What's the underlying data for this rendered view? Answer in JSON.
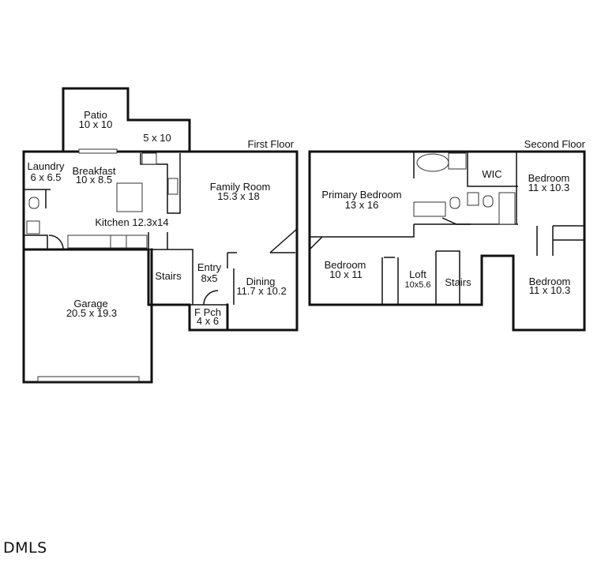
{
  "floors": {
    "first": "First Floor",
    "second": "Second Floor"
  },
  "rooms": {
    "patio_name": "Patio",
    "patio_size": "10 x 10",
    "patio2_size": "5 x 10",
    "laundry_name": "Laundry",
    "laundry_size": "6 x 6.5",
    "breakfast_name": "Breakfast",
    "breakfast_size": "10 x 8.5",
    "kitchen": "Kitchen 12.3x14",
    "family_name": "Family Room",
    "family_size": "15.3 x 18",
    "stairs1": "Stairs",
    "entry_name": "Entry",
    "entry_size": "8x5",
    "dining_name": "Dining",
    "dining_size": "11.7 x 10.2",
    "fpch_name": "F Pch",
    "fpch_size": "4 x 6",
    "garage_name": "Garage",
    "garage_size": "20.5 x 19.3",
    "primary_name": "Primary Bedroom",
    "primary_size": "13 x 16",
    "wic": "WIC",
    "bed_ne_name": "Bedroom",
    "bed_ne_size": "11 x 10.3",
    "bed_sw_name": "Bedroom",
    "bed_sw_size": "10 x 11",
    "loft_name": "Loft",
    "loft_size": "10x5.6",
    "stairs2": "Stairs",
    "bed_se_name": "Bedroom",
    "bed_se_size": "11 x 10.3"
  },
  "logo": "DMLS"
}
